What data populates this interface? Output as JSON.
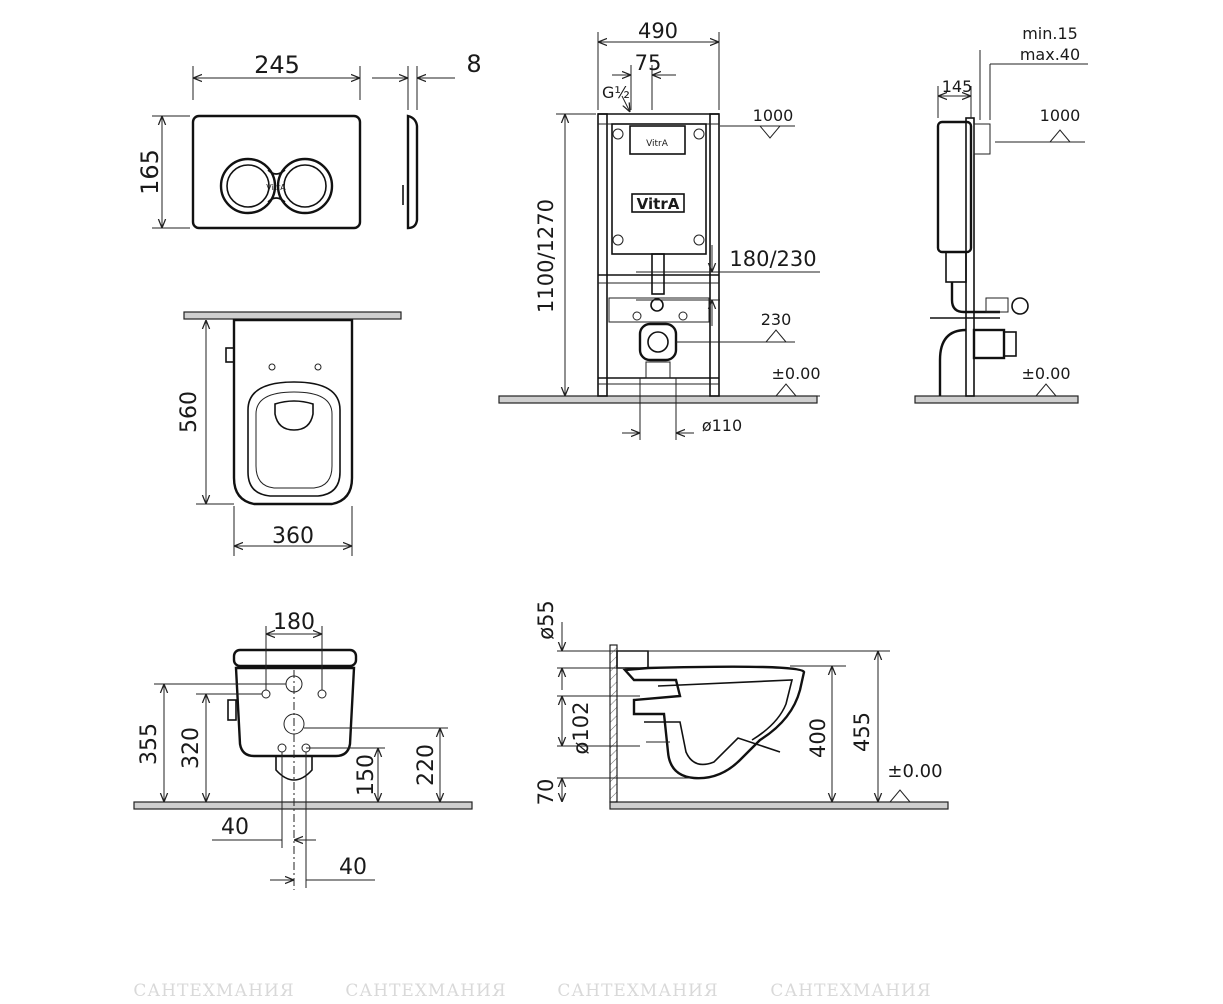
{
  "flush_plate": {
    "width": "245",
    "height": "165",
    "depth": "8",
    "logo": "VitrA"
  },
  "frame_front": {
    "width": "490",
    "pipe_offset": "75",
    "connection": "G½",
    "height": "1100/1270",
    "level_top": "1000",
    "drain_height": "180/230",
    "outlet_height": "230",
    "floor_level": "±0.00",
    "drain_diameter": "ø110",
    "logo": "VitrA"
  },
  "frame_side": {
    "depth": "145",
    "wall_min": "min.15",
    "wall_max": "max.40",
    "level_top": "1000",
    "floor_level": "±0.00"
  },
  "bowl_top": {
    "length": "560",
    "width": "360"
  },
  "bowl_front": {
    "bolt_spacing": "180",
    "upper_height": "355",
    "lower_height": "320",
    "outlet_height": "150",
    "inlet_height": "220",
    "offset_left": "40",
    "offset_right": "40"
  },
  "bowl_side": {
    "inlet_diameter": "ø55",
    "outlet_diameter": "ø102",
    "bottom_offset": "70",
    "rim_height": "400",
    "total_height": "455",
    "floor_level": "±0.00"
  },
  "watermark": [
    "САНТЕХМАНИЯ",
    "САНТЕХМАНИЯ",
    "САНТЕХМАНИЯ",
    "САНТЕХМАНИЯ"
  ]
}
